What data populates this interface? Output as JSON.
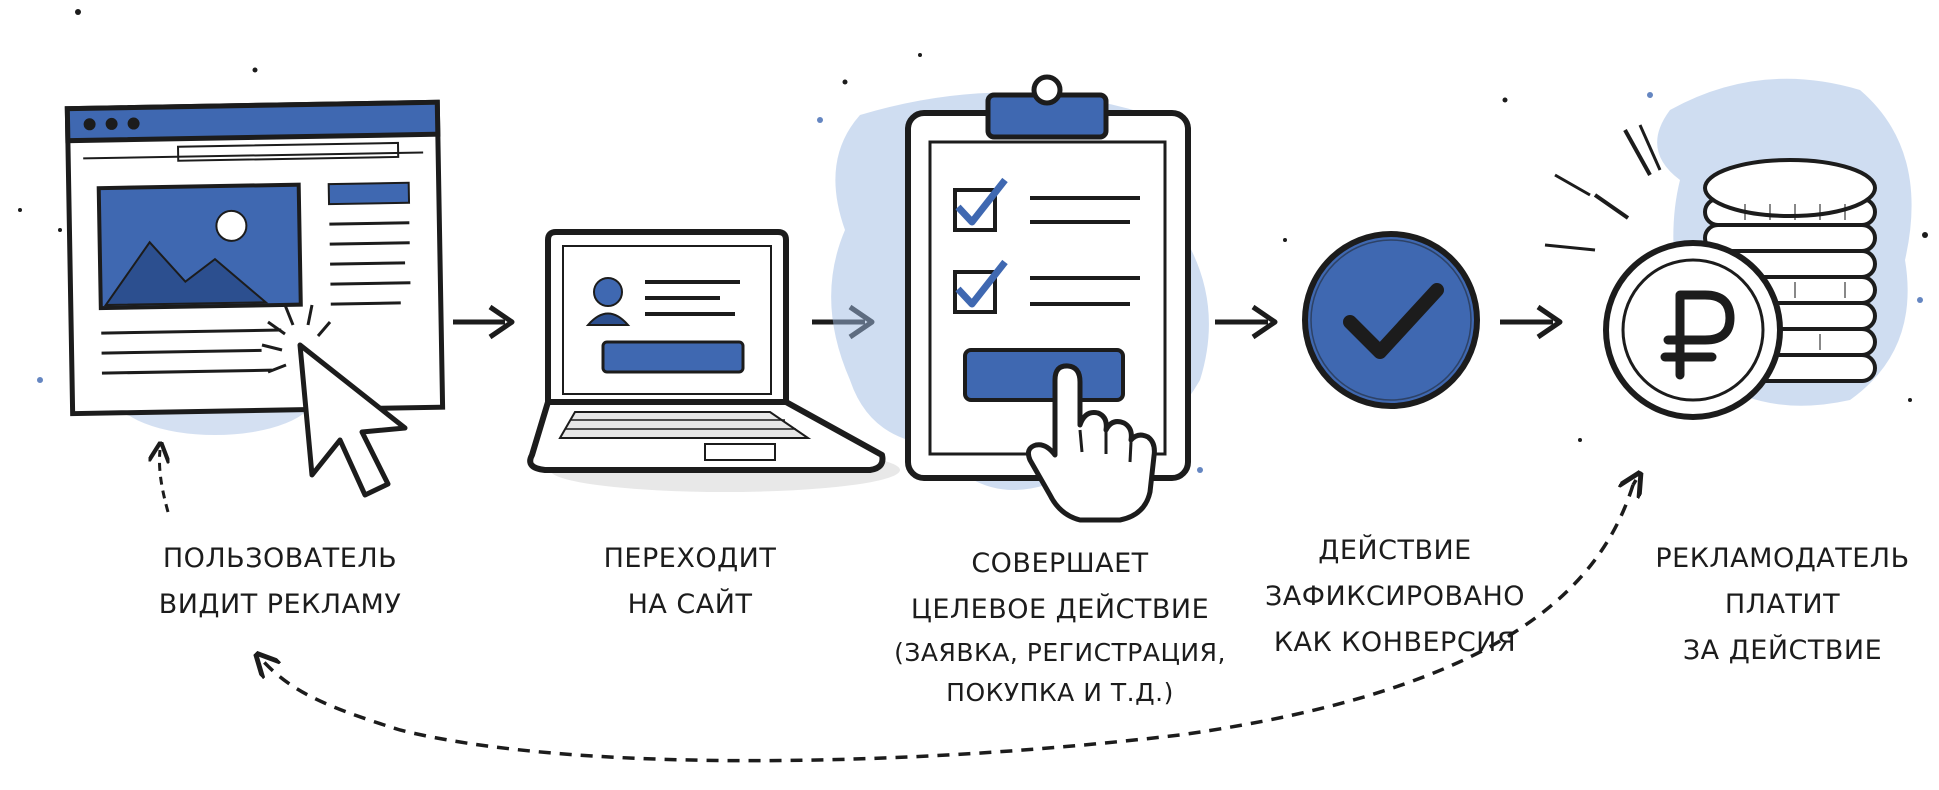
{
  "colors": {
    "ink": "#1c1c1c",
    "accent": "#3f68b1",
    "wash": "#9fbbe3"
  },
  "steps": [
    {
      "icon": "browser-ad-icon",
      "lines": [
        "ПОЛЬЗОВАТЕЛЬ",
        "ВИДИТ РЕКЛАМУ"
      ]
    },
    {
      "icon": "laptop-icon",
      "lines": [
        "ПЕРЕХОДИТ",
        "НА САЙТ"
      ]
    },
    {
      "icon": "clipboard-form-icon",
      "lines": [
        "СОВЕРШАЕТ",
        "ЦЕЛЕВОЕ ДЕЙСТВИЕ"
      ],
      "sub": [
        "(ЗАЯВКА, РЕГИСТРАЦИЯ,",
        "ПОКУПКА И Т.Д.)"
      ]
    },
    {
      "icon": "checkmark-circle-icon",
      "lines": [
        "ДЕЙСТВИЕ",
        "ЗАФИКСИРОВАНО",
        "КАК КОНВЕРСИЯ"
      ]
    },
    {
      "icon": "ruble-coins-icon",
      "lines": [
        "РЕКЛАМОДАТЕЛЬ",
        "ПЛАТИТ",
        "ЗА ДЕЙСТВИЕ"
      ]
    }
  ]
}
